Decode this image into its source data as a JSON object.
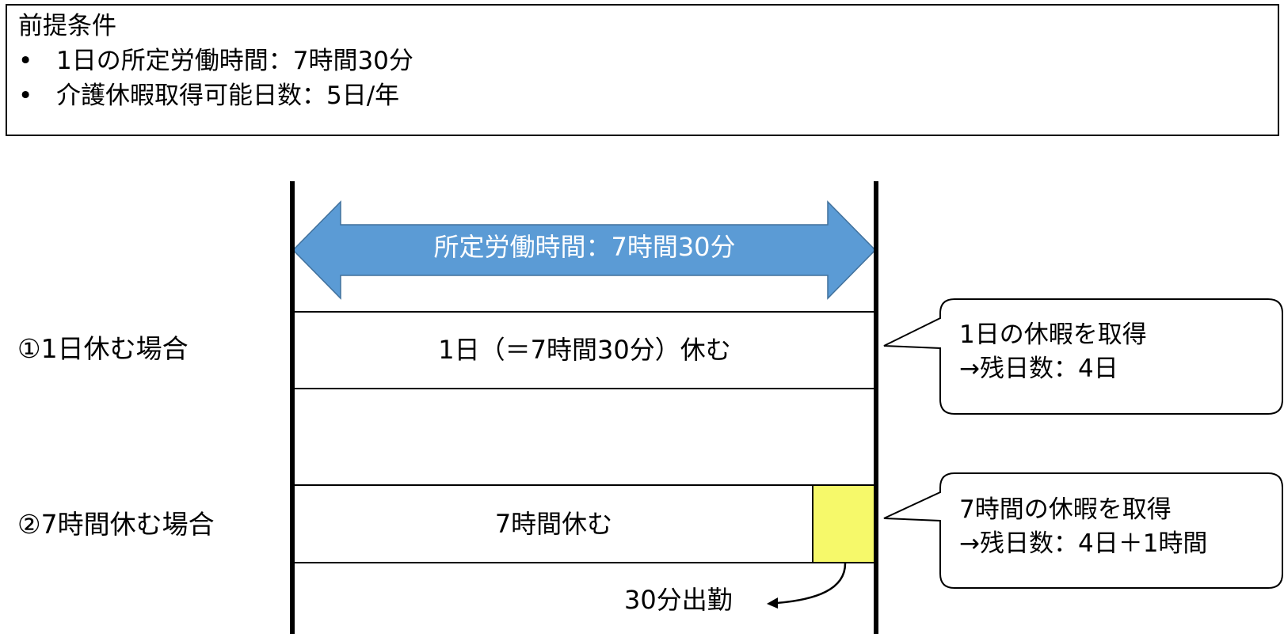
{
  "premise": {
    "title": "前提条件",
    "bullet_glyph": "•",
    "items": [
      "1日の所定労働時間：7時間30分",
      "介護休暇取得可能日数：5日/年"
    ]
  },
  "timeline": {
    "arrow_label": "所定労働時間：7時間30分",
    "arrow_color": "#5B9BD5",
    "arrow_border_color": "#41719C"
  },
  "cases": [
    {
      "label": "①1日休む場合",
      "bar_text": "1日（＝7時間30分）休む",
      "callout": [
        "1日の休暇を取得",
        "→残日数：4日"
      ]
    },
    {
      "label": "②7時間休む場合",
      "bar_text": "7時間休む",
      "work_segment_color": "#F6F96A",
      "work_annotation": "30分出勤",
      "callout": [
        "7時間の休暇を取得",
        "→残日数：4日＋1時間"
      ]
    }
  ]
}
